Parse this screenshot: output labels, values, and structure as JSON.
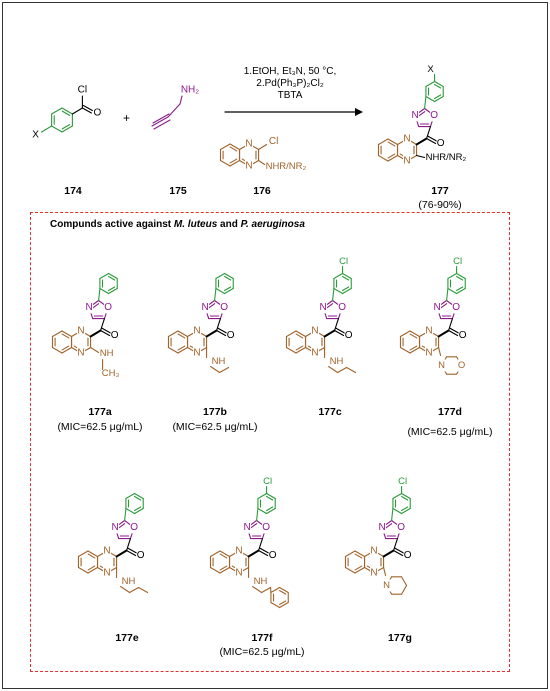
{
  "reaction": {
    "conditions": [
      "1.EtOH, Et₃N, 50 °C,",
      "2.Pd(Ph₃P)₂Cl₂",
      "TBTA"
    ],
    "plus": "+",
    "reagent_labels": [
      "174",
      "175",
      "176"
    ],
    "product_label": "177",
    "yield": "(76-90%)",
    "substituent_x": "X",
    "nh2": "NH₂",
    "cl": "Cl",
    "o": "O",
    "n": "N",
    "nhr": "NHR/NR₂"
  },
  "active_section": {
    "title_parts": [
      "Compunds active against ",
      "M. luteus",
      " and ",
      "P.  aeruginosa"
    ]
  },
  "compounds": [
    {
      "label": "177a",
      "mic": "(MIC=62.5 μg/mL)"
    },
    {
      "label": "177b",
      "mic": "(MIC=62.5 μg/mL)"
    },
    {
      "label": "177c",
      "mic": ""
    },
    {
      "label": "177d",
      "mic": "(MIC=62.5 μg/mL)"
    },
    {
      "label": "177e",
      "mic": ""
    },
    {
      "label": "177f",
      "mic": "(MIC=62.5 μg/mL)"
    },
    {
      "label": "177g",
      "mic": ""
    }
  ],
  "colors": {
    "quinoxaline": "#a0632a",
    "oxazole": "#8b1a8b",
    "phenyl": "#2a9a3a",
    "amine": "#8b1a8b",
    "box_border": "#e03030"
  }
}
